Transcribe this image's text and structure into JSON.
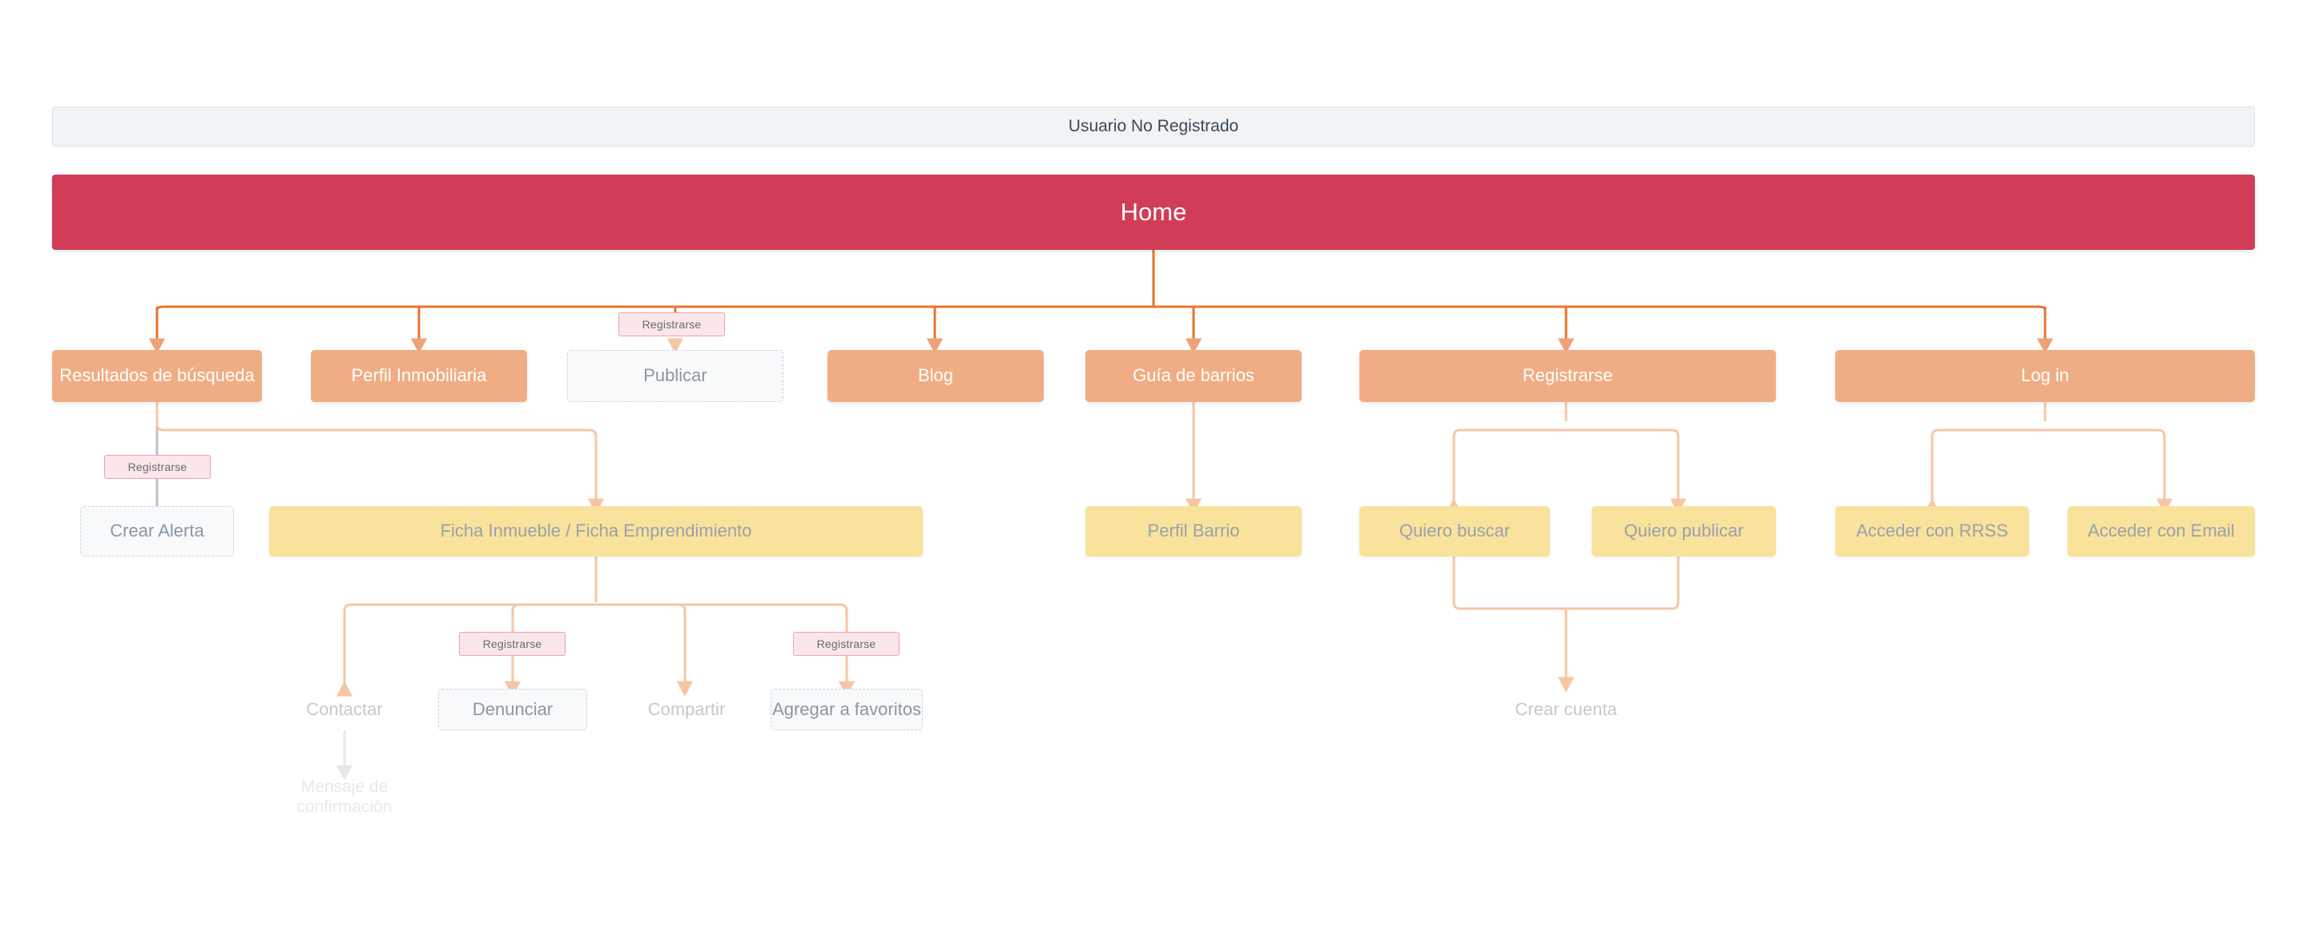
{
  "diagram": {
    "title": "Usuario No Registrado",
    "type": "sitemap-flowchart",
    "colors": {
      "root": "#d13d57",
      "primary": "#f0ad84",
      "yellow": "#f9e29b",
      "ghost_border": "#ccd5dd",
      "badge_fill": "#fbe6e9",
      "badge_border": "#e8a4b0",
      "connector_strong": "#e8742c",
      "connector_soft": "#f6c6a4",
      "connector_grey": "#b9c2cb",
      "connector_faint": "#e9edf0"
    }
  },
  "header": {
    "label": "Usuario No Registrado"
  },
  "root": {
    "label": "Home"
  },
  "level2": [
    {
      "label": "Resultados de búsqueda",
      "style": "primary"
    },
    {
      "label": "Perfil Inmobiliaria",
      "style": "primary"
    },
    {
      "label": "Publicar",
      "style": "ghost"
    },
    {
      "label": "Blog",
      "style": "primary"
    },
    {
      "label": "Guía de barrios",
      "style": "primary"
    },
    {
      "label": "Registrarse",
      "style": "primary"
    },
    {
      "label": "Log in",
      "style": "primary"
    }
  ],
  "level3": [
    {
      "label": "Crear Alerta",
      "style": "ghost"
    },
    {
      "label": "Ficha Inmueble / Ficha Emprendimiento",
      "style": "yellow"
    },
    {
      "label": "Perfil Barrio",
      "style": "yellow"
    },
    {
      "label": "Quiero buscar",
      "style": "yellow"
    },
    {
      "label": "Quiero publicar",
      "style": "yellow"
    },
    {
      "label": "Acceder con RRSS",
      "style": "yellow"
    },
    {
      "label": "Acceder con Email",
      "style": "yellow"
    }
  ],
  "level4": [
    {
      "label": "Contactar",
      "style": "plain"
    },
    {
      "label": "Denunciar",
      "style": "ghost"
    },
    {
      "label": "Compartir",
      "style": "plain"
    },
    {
      "label": "Agregar a favoritos",
      "style": "ghost"
    },
    {
      "label": "Crear cuenta",
      "style": "plain"
    }
  ],
  "level5": [
    {
      "label": "Mensaje de confirmación",
      "style": "faint"
    }
  ],
  "badges": [
    {
      "label": "Registrarse",
      "for": "publicar"
    },
    {
      "label": "Registrarse",
      "for": "crear-alerta"
    },
    {
      "label": "Registrarse",
      "for": "denunciar"
    },
    {
      "label": "Registrarse",
      "for": "agregar-a-favoritos"
    }
  ]
}
